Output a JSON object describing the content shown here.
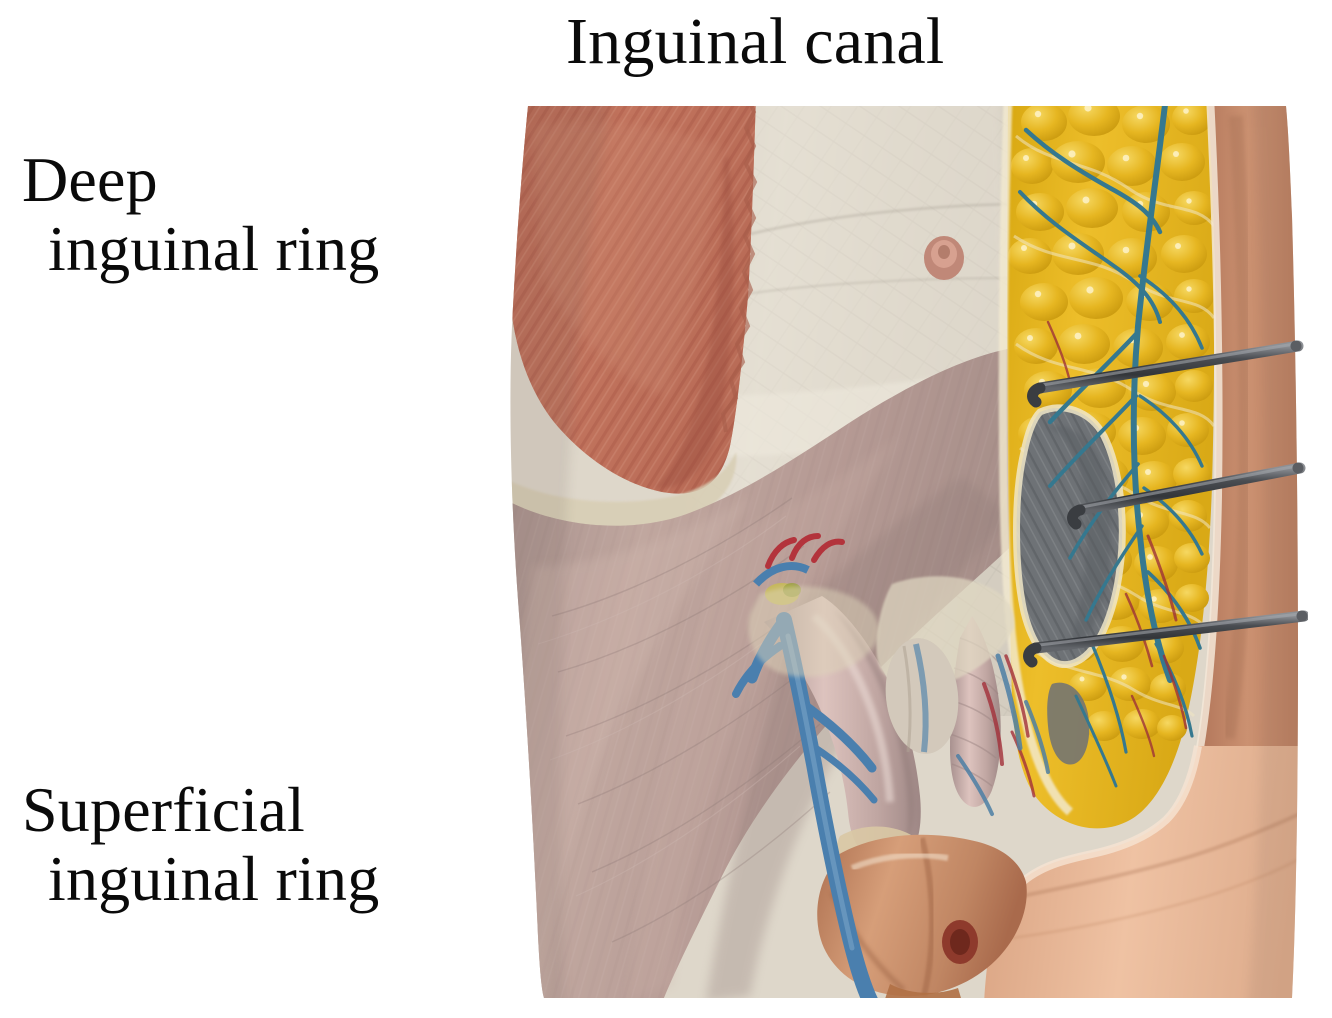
{
  "figure": {
    "type": "anatomical-illustration",
    "subject": "Male inguinal region dissection — inguinal canal, deep and superficial inguinal rings",
    "background_color": "#ffffff",
    "text_color": "#0a0a0a"
  },
  "labels": {
    "top": {
      "name": "inguinal-canal",
      "text": "Inguinal canal"
    },
    "upper_left": {
      "name": "deep-inguinal-ring",
      "line1": "Deep",
      "line2": "inguinal ring"
    },
    "lower_left": {
      "name": "superficial-inguinal-ring",
      "line1": "Superficial",
      "line2": "inguinal ring"
    }
  },
  "illustration": {
    "regions": [
      {
        "name": "external-oblique-muscle",
        "description": "Red-brown striated muscle belly, upper left of specimen",
        "color": "#c0705a"
      },
      {
        "name": "external-oblique-aponeurosis",
        "description": "Cream crosshatched fibrous sheet, center",
        "color": "#dcd6c8"
      },
      {
        "name": "subcutaneous-fat",
        "description": "Lobulated yellow fatty tissue, right of specimen",
        "color": "#e8b923"
      },
      {
        "name": "skin-flap",
        "description": "Reflected skin edge held by retractor hooks, far right",
        "color": "#c98a6b"
      },
      {
        "name": "thigh-musculature",
        "description": "Muted pink-gray muscle and fascia, lower left",
        "color": "#b89d96"
      },
      {
        "name": "deep-inguinal-ring-opening",
        "description": "Dark slate slit exposing deeper fascia beneath the fat",
        "color": "#6c6f72"
      },
      {
        "name": "spermatic-cord",
        "description": "Pale pink-gray tubular cord descending to the scrotum",
        "color": "#c9aaa6"
      },
      {
        "name": "scrotum-and-penis",
        "description": "Tan-brown external genitalia at lower center",
        "color": "#c58d6a"
      },
      {
        "name": "great-saphenous-vein",
        "description": "Large blue superficial vein on the medial thigh",
        "color": "#4b7fae"
      },
      {
        "name": "superficial-veins",
        "description": "Teal-blue vessel network coursing through the fat",
        "color": "#3f7e93"
      },
      {
        "name": "arterioles",
        "description": "Small red arterial branches near the cord",
        "color": "#a8323a"
      },
      {
        "name": "vessel-stump",
        "description": "Cut pink-tan vessel stump at the deep ring",
        "color": "#c08878"
      }
    ],
    "instruments": [
      {
        "name": "retractor-hook-1",
        "description": "Steel hook retracting upper skin flap",
        "color": "#4e5054"
      },
      {
        "name": "retractor-hook-2",
        "description": "Steel hook retracting mid skin flap",
        "color": "#4e5054"
      },
      {
        "name": "retractor-hook-3",
        "description": "Steel hook retracting lower skin flap",
        "color": "#4e5054"
      }
    ]
  }
}
